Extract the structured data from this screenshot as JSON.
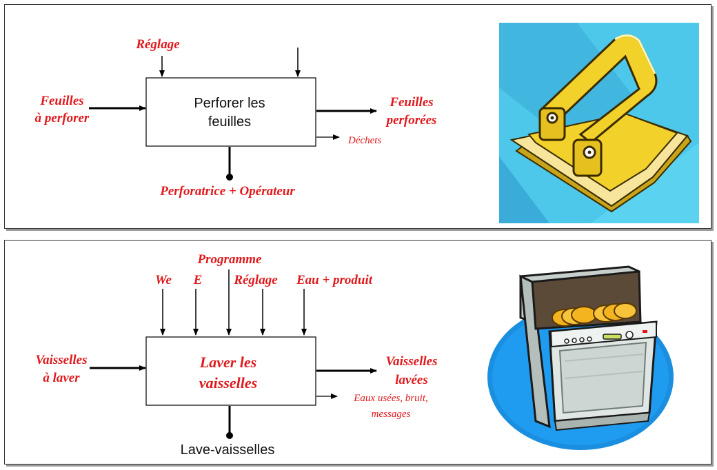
{
  "panel1": {
    "process": [
      "Perforer les",
      "feuilles"
    ],
    "control": "Réglage",
    "input": [
      "Feuilles",
      "à perforer"
    ],
    "output": [
      "Feuilles",
      "perforées"
    ],
    "secondary_output": "Déchets",
    "mechanism": "Perforatrice + Opérateur",
    "illustration": "hole-punch",
    "colors": {
      "background": "#4dc8ea",
      "punch": "#f2d12a"
    }
  },
  "panel2": {
    "process": [
      "Laver les",
      "vaisselles"
    ],
    "controls": {
      "we": "We",
      "e": "E",
      "programme": "Programme",
      "reglage": "Réglage",
      "eau": "Eau + produit"
    },
    "input": [
      "Vaisselles",
      "à laver"
    ],
    "output": [
      "Vaisselles",
      "lavées"
    ],
    "secondary_output": [
      "Eaux usées, bruit,",
      "messages"
    ],
    "mechanism": "Lave-vaisselles",
    "illustration": "dishwasher",
    "colors": {
      "floor": "#1a8fe0",
      "body": "#dfe6e4"
    }
  },
  "colors": {
    "label_red": "#e0191c",
    "line": "#000000"
  }
}
